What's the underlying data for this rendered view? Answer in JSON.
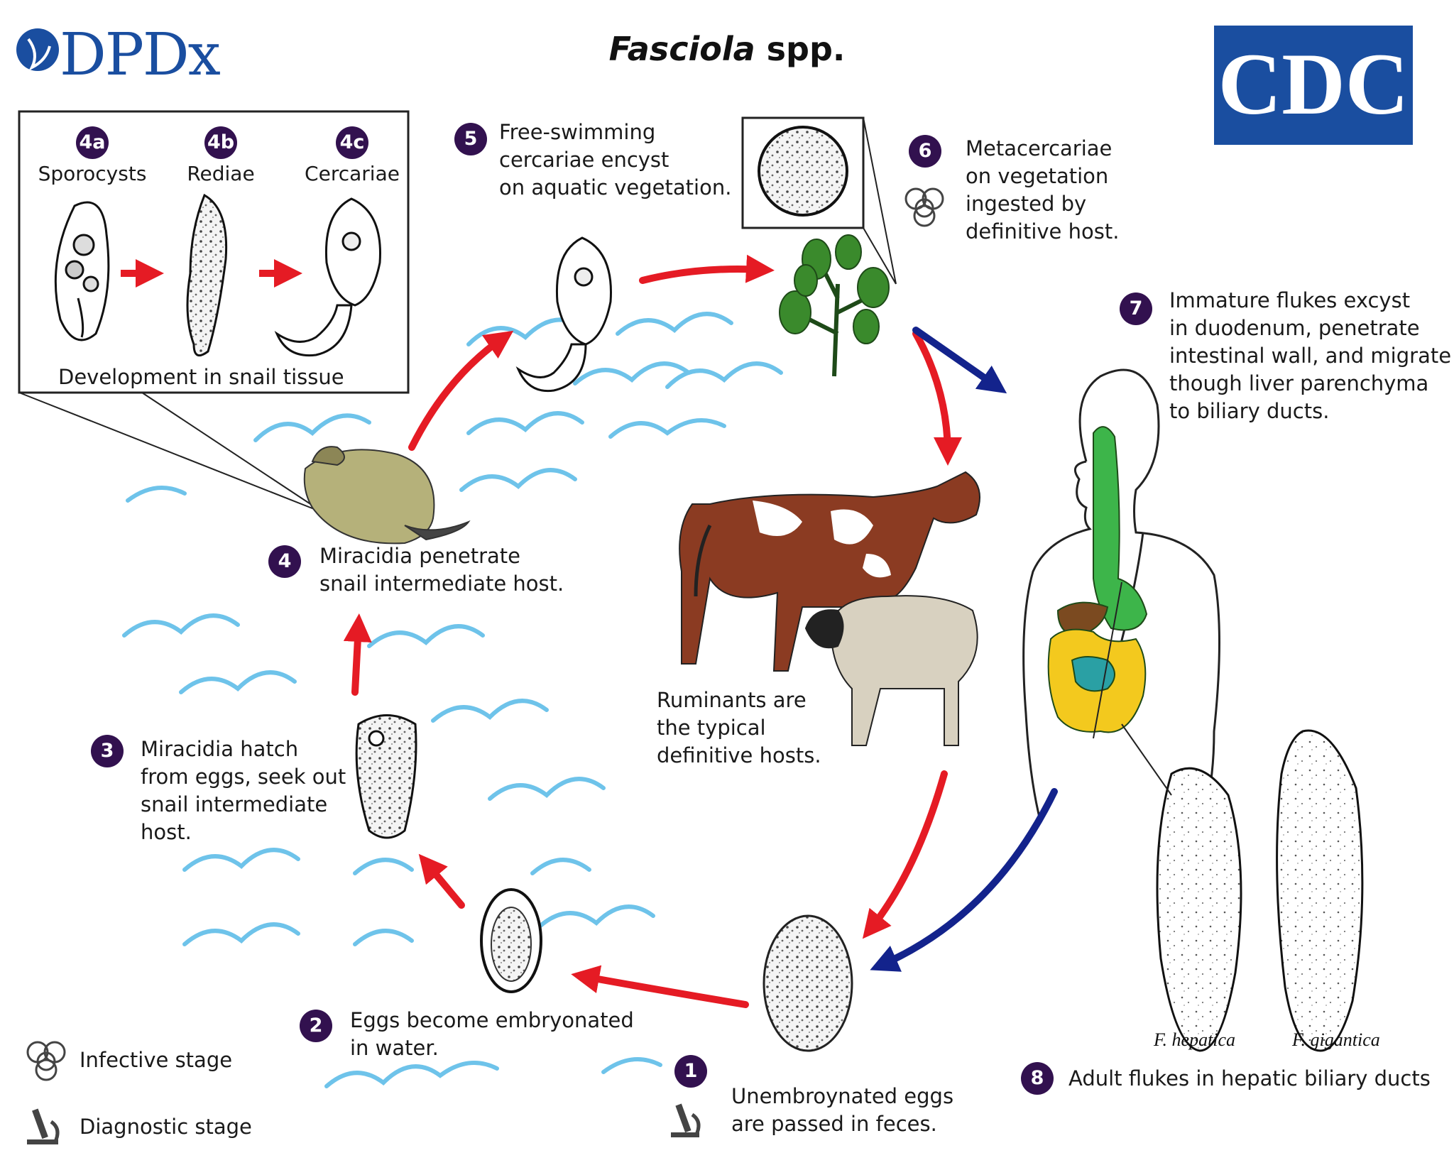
{
  "title_italic": "Fasciola",
  "title_rest": " spp.",
  "logo_left": "DPDx",
  "logo_right": "CDC",
  "stages": {
    "s1": {
      "num": "1",
      "text": "Unembroynated eggs\nare passed in feces."
    },
    "s2": {
      "num": "2",
      "text": "Eggs become embryonated\nin water."
    },
    "s3": {
      "num": "3",
      "text": "Miracidia hatch\nfrom eggs, seek out\nsnail intermediate\nhost."
    },
    "s4": {
      "num": "4",
      "text": "Miracidia penetrate\nsnail intermediate host."
    },
    "s4a": {
      "num": "4a",
      "label": "Sporocysts"
    },
    "s4b": {
      "num": "4b",
      "label": "Rediae"
    },
    "s4c": {
      "num": "4c",
      "label": "Cercariae"
    },
    "s5": {
      "num": "5",
      "text": "Free-swimming\ncercariae encyst\non aquatic vegetation."
    },
    "s6": {
      "num": "6",
      "text": "Metacercariae\non vegetation\ningested by\ndefinitive host."
    },
    "s7": {
      "num": "7",
      "text": "Immature flukes excyst\nin duodenum, penetrate\nintestinal wall, and migrate\nthough liver parenchyma\nto biliary ducts."
    },
    "s8": {
      "num": "8",
      "text": "Adult flukes in hepatic biliary ducts"
    }
  },
  "snail_box_caption": "Development in snail tissue",
  "ruminants_text": "Ruminants are\nthe typical\ndefinitive hosts.",
  "species": {
    "hepatica": "F. hepatica",
    "gigantica": "F. gigantica"
  },
  "legend": {
    "infective": "Infective stage",
    "diagnostic": "Diagnostic stage"
  },
  "colors": {
    "arrow_red": "#e51b24",
    "arrow_blue": "#13238c",
    "badge": "#32114f",
    "water": "#6ec3ea",
    "logo_blue": "#1a4ea0"
  },
  "icons": [
    "biohazard-icon",
    "microscope-icon"
  ]
}
